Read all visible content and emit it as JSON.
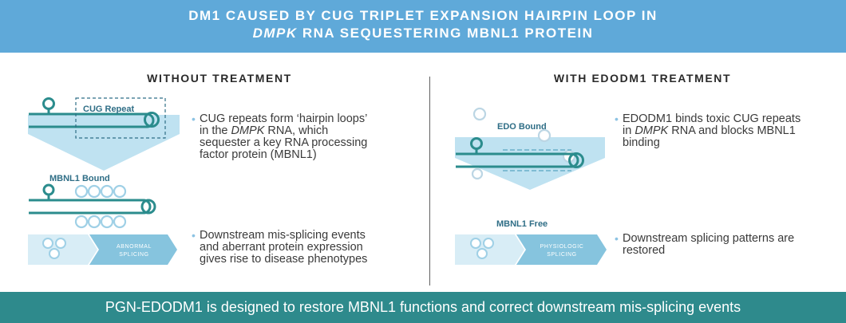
{
  "header": {
    "line1": "DM1 CAUSED BY CUG TRIPLET EXPANSION HAIRPIN LOOP IN",
    "line2_italic": "DMPK",
    "line2_rest": " RNA SEQUESTERING MBNL1 PROTEIN"
  },
  "left": {
    "title": "WITHOUT TREATMENT",
    "label_cug": "CUG Repeat",
    "label_mbnl1": "MBNL1 Bound",
    "chevron_line1": "ABNORMAL",
    "chevron_line2": "SPLICING",
    "desc1_a": "CUG repeats form ‘hairpin loops’",
    "desc1_b_pre": "in the ",
    "desc1_b_italic": "DMPK",
    "desc1_b_post": " RNA, which",
    "desc1_c": "sequester a key RNA processing",
    "desc1_d": "factor protein (MBNL1)",
    "desc2_a": "Downstream mis-splicing events",
    "desc2_b": "and aberrant protein expression",
    "desc2_c": "gives rise to disease phenotypes"
  },
  "right": {
    "title": "WITH EDODM1 TREATMENT",
    "label_edo": "EDO Bound",
    "label_free": "MBNL1 Free",
    "chevron_line1": "PHYSIOLOGIC",
    "chevron_line2": "SPLICING",
    "desc1_a": "EDODM1 binds toxic CUG repeats",
    "desc1_b_pre": "in ",
    "desc1_b_italic": "DMPK",
    "desc1_b_post": " RNA and blocks MBNL1",
    "desc1_c": "binding",
    "desc2_a": "Downstream splicing patterns are",
    "desc2_b": "restored"
  },
  "footer": {
    "text": "PGN-EDODM1 is designed to restore MBNL1 functions and correct downstream mis-splicing events"
  },
  "colors": {
    "header_bg": "#5fa9d9",
    "footer_bg": "#2e8a8c",
    "rna": "#2b8c8d",
    "light_panel": "#bfe2f1",
    "bullet": "#8cc3e3"
  }
}
